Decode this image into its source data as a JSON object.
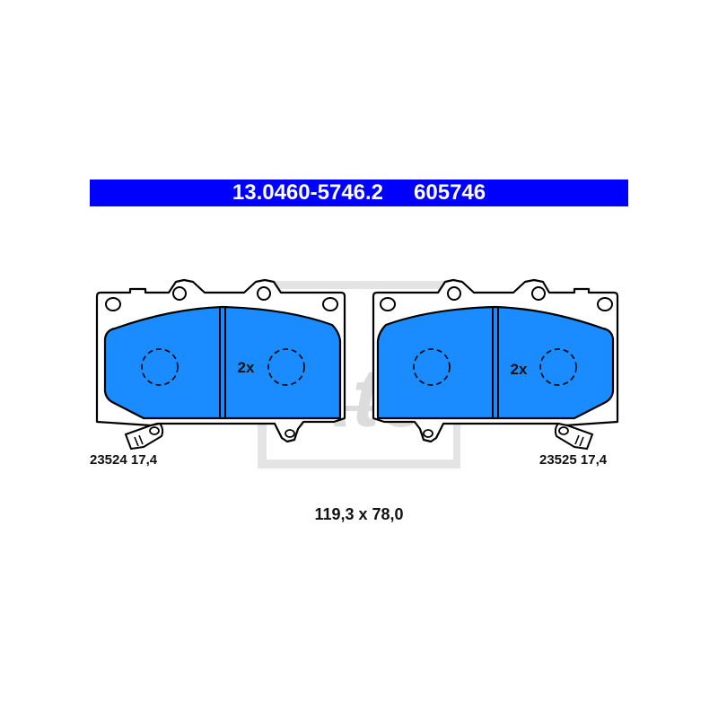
{
  "header": {
    "part_number": "13.0460-5746.2",
    "ref_number": "605746",
    "bar_color": "#0000ff"
  },
  "pads": [
    {
      "id": "left",
      "quantity_label": "2x",
      "code": "23524",
      "thickness": "17,4",
      "has_wear_sensor": true
    },
    {
      "id": "right",
      "quantity_label": "2x",
      "code": "23525",
      "thickness": "17,4",
      "has_wear_sensor": true
    }
  ],
  "dimensions": "119,3 x 78,0",
  "colors": {
    "friction_material": "#1a8cff",
    "outline": "#000000",
    "watermark": "#e2e2e2"
  },
  "watermark": {
    "logo": "ate-logo"
  }
}
